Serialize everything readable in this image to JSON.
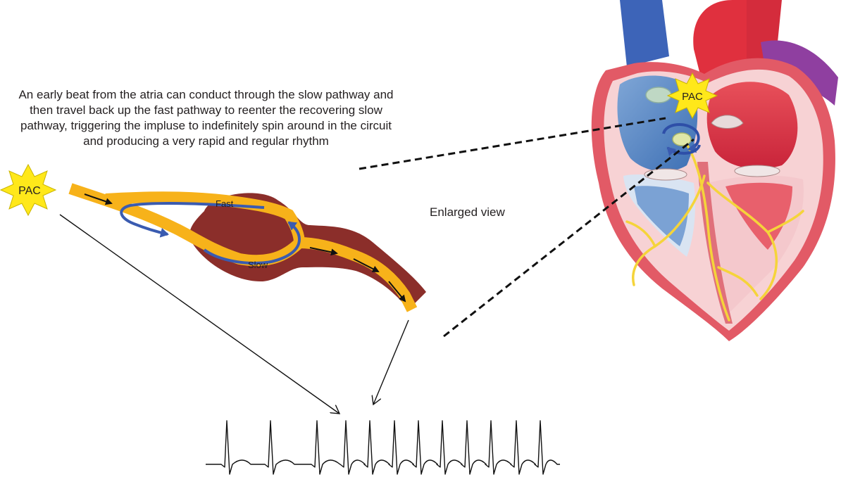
{
  "description": "An early beat from the atria can conduct through the slow pathway and then travel back up the fast pathway to reenter the recovering slow pathway, triggering the impluse to indefinitely spin around in the circuit and producing a very rapid and regular rhythm",
  "enlarged_view_label": "Enlarged view",
  "pac_label_left": "PAC",
  "pac_label_heart": "PAC",
  "fast_label": "Fast",
  "slow_label": "Slow",
  "colors": {
    "pathway_tissue": "#8b2e2a",
    "conduction_path": "#f7b21a",
    "impulse_arrow": "#3a5bb0",
    "pac_star": "#ffe81a",
    "text": "#231f20"
  }
}
